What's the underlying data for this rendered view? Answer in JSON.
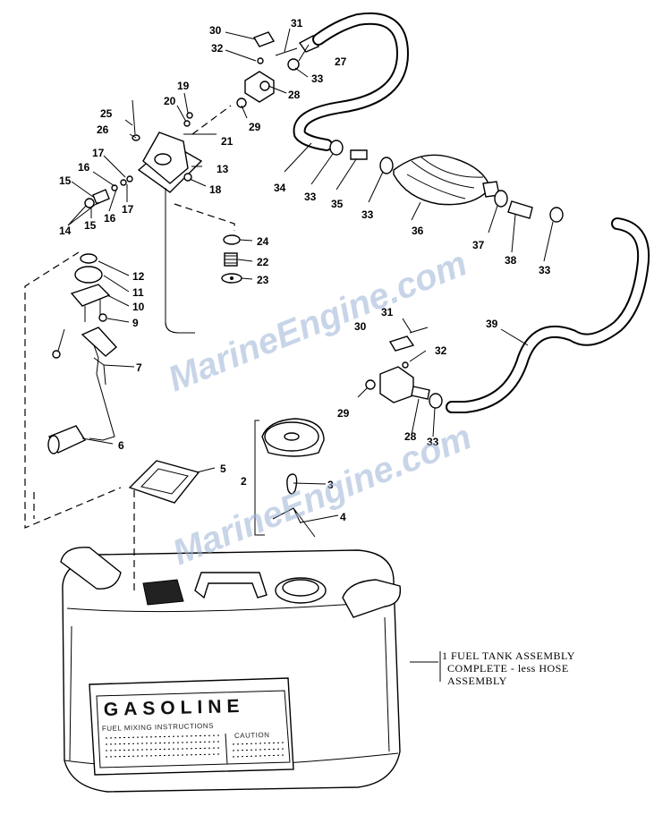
{
  "watermark": "MarineEngine.com",
  "tank_label": {
    "brand": "GASOLINE",
    "mixing": "FUEL MIXING INSTRUCTIONS",
    "caution": "CAUTION"
  },
  "note": {
    "line1": "1 FUEL TANK ASSEMBLY",
    "line2": "COMPLETE - less HOSE",
    "line3": "ASSEMBLY"
  },
  "callouts": {
    "c30a": "30",
    "c31a": "31",
    "c32a": "32",
    "c27": "27",
    "c33a": "33",
    "c28a": "28",
    "c19": "19",
    "c20": "20",
    "c29a": "29",
    "c25": "25",
    "c26": "26",
    "c21": "21",
    "c17a": "17",
    "c16a": "16",
    "c13": "13",
    "c18": "18",
    "c15a": "15",
    "c16b": "16",
    "c17b": "17",
    "c14": "14",
    "c15b": "15",
    "c34": "34",
    "c33b": "33",
    "c35": "35",
    "c33c": "33",
    "c36": "36",
    "c37": "37",
    "c38": "38",
    "c33d": "33",
    "c24": "24",
    "c22": "22",
    "c23": "23",
    "c12": "12",
    "c11": "11",
    "c10": "10",
    "c9": "9",
    "c7": "7",
    "c6": "6",
    "c31b": "31",
    "c30b": "30",
    "c32b": "32",
    "c39": "39",
    "c29b": "29",
    "c28b": "28",
    "c33e": "33",
    "c5": "5",
    "c3": "3",
    "c2": "2",
    "c4": "4"
  }
}
